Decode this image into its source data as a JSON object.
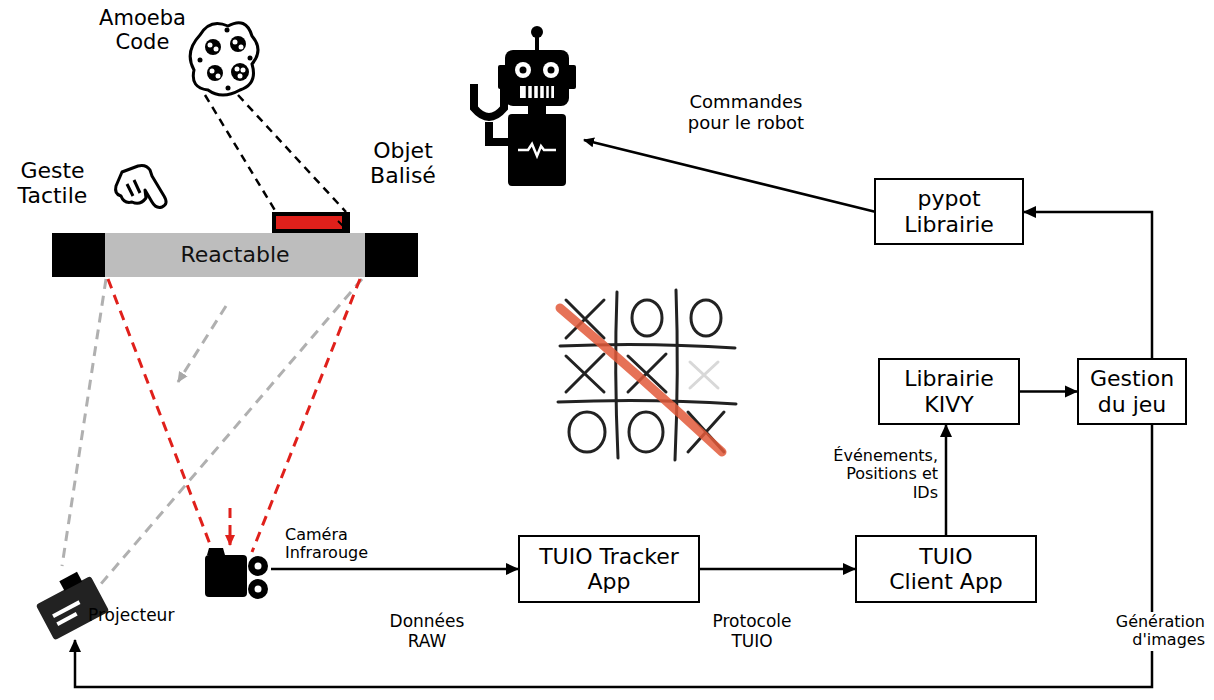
{
  "diagram": {
    "nodes": [
      {
        "text": [
          "Reactable"
        ]
      },
      {
        "text": [
          "pypot Librairie"
        ]
      },
      {
        "text": [
          "Librairie KIVY"
        ]
      },
      {
        "text": [
          "Gestion du jeu"
        ]
      },
      {
        "text": [
          "Projecteur"
        ]
      },
      {
        "text": [
          "Caméra Infrarouge"
        ]
      },
      {
        "text": [
          "TUIO Tracker App"
        ]
      },
      {
        "text": [
          "TUIO Client App"
        ]
      }
    ],
    "edges": [
      {
        "from": 5,
        "to": 6,
        "label": "Données RAW",
        "arrow": "to"
      },
      {
        "from": 6,
        "to": 7,
        "label": "Protocole TUIO",
        "arrow": "to"
      },
      {
        "from": 7,
        "to": 2,
        "label": "Événements, Positions et IDs",
        "arrow": "to"
      },
      {
        "from": 2,
        "to": 3,
        "arrow": "to"
      },
      {
        "from": 3,
        "to": 1,
        "arrow": "to"
      },
      {
        "from": 3,
        "to": 4,
        "label": "Génération d'images",
        "arrow": "to"
      }
    ],
    "labels": [
      "Amoeba Code",
      "Geste Tactile",
      "Objet Balisé",
      "Commandes pour le robot"
    ]
  }
}
